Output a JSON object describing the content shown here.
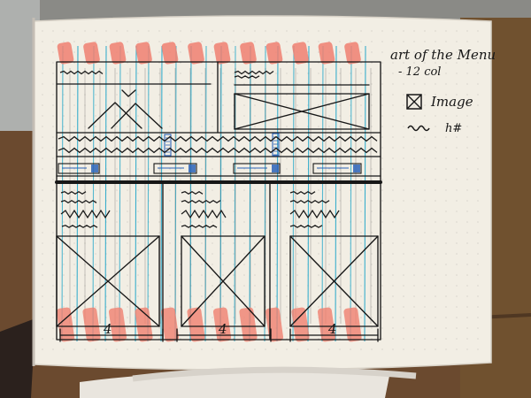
{
  "notebook": {
    "title_line1": "art of the Menu",
    "title_line2": "- 12 col",
    "legend_image_label": "Image",
    "legend_heading_label": "h#",
    "column_span_label": "4"
  },
  "colors": {
    "table": "#6b4a2f",
    "paper": "#f2eee4",
    "ink": "#171717",
    "grid_blue": "#1aa4c8",
    "gutter_red": "#ef7d6d",
    "shadow": "#191514"
  }
}
